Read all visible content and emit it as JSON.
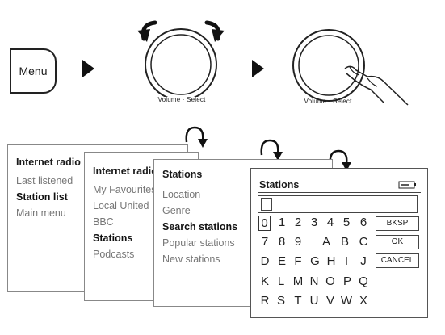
{
  "menu_button": {
    "label": "Menu"
  },
  "knob_label": "Volume · Select",
  "screens": {
    "s1": {
      "title": "Internet radio",
      "items": [
        "Last listened",
        "Station list",
        "Main menu"
      ]
    },
    "s2": {
      "title": "Internet radio",
      "items": [
        "My Favourites",
        "Local United",
        "BBC",
        "Stations",
        "Podcasts"
      ]
    },
    "s3": {
      "title": "Stations",
      "items": [
        "Location",
        "Genre",
        "Search stations",
        "Popular stations",
        "New stations"
      ]
    },
    "s4": {
      "title": "Stations",
      "keys": [
        "0",
        "1",
        "2",
        "3",
        "4",
        "5",
        "6",
        "7",
        "8",
        "9",
        "A",
        "B",
        "C",
        "D",
        "E",
        "F",
        "G",
        "H",
        "I",
        "J",
        "K",
        "L",
        "M",
        "N",
        "O",
        "P",
        "Q",
        "R",
        "S",
        "T",
        "U",
        "V",
        "W",
        "X"
      ],
      "buttons": {
        "bksp": "BKSP",
        "ok": "OK",
        "cancel": "CANCEL"
      }
    }
  },
  "colors": {
    "line": "#222222",
    "dimmed_text": "#777777"
  }
}
